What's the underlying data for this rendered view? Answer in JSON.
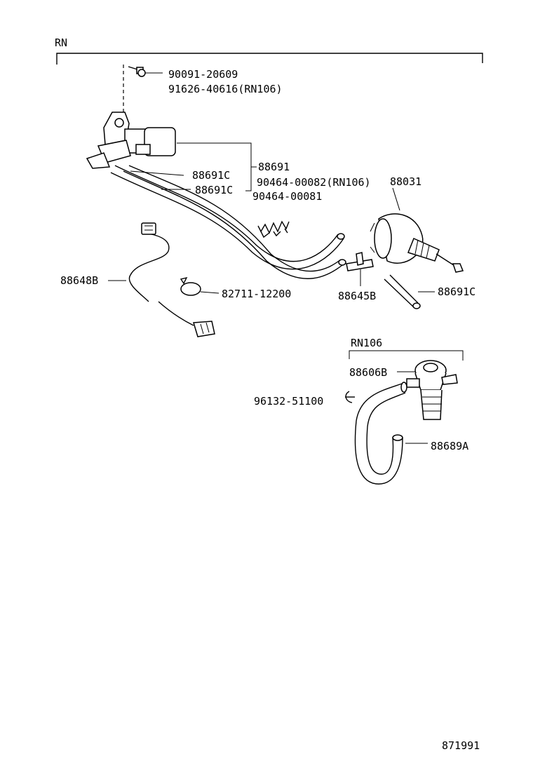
{
  "section_label": "RN",
  "subgroup_label": "RN106",
  "figure_number": "871991",
  "callouts": {
    "bolt_a": "90091-20609",
    "bolt_b": "91626-40616(RN106)",
    "hose_upper": "88691C",
    "hose_set": "88691",
    "hose_lower": "88691C",
    "clamp_a": "90464-00082(RN106)",
    "clamp_b": "90464-00081",
    "actuator": "88031",
    "wire_harness": "88648B",
    "hose_clamp": "82711-12200",
    "tee_fitting": "88645B",
    "hose_short": "88691C",
    "valve": "88606B",
    "clip": "96132-51100",
    "hose_bent": "88689A"
  }
}
